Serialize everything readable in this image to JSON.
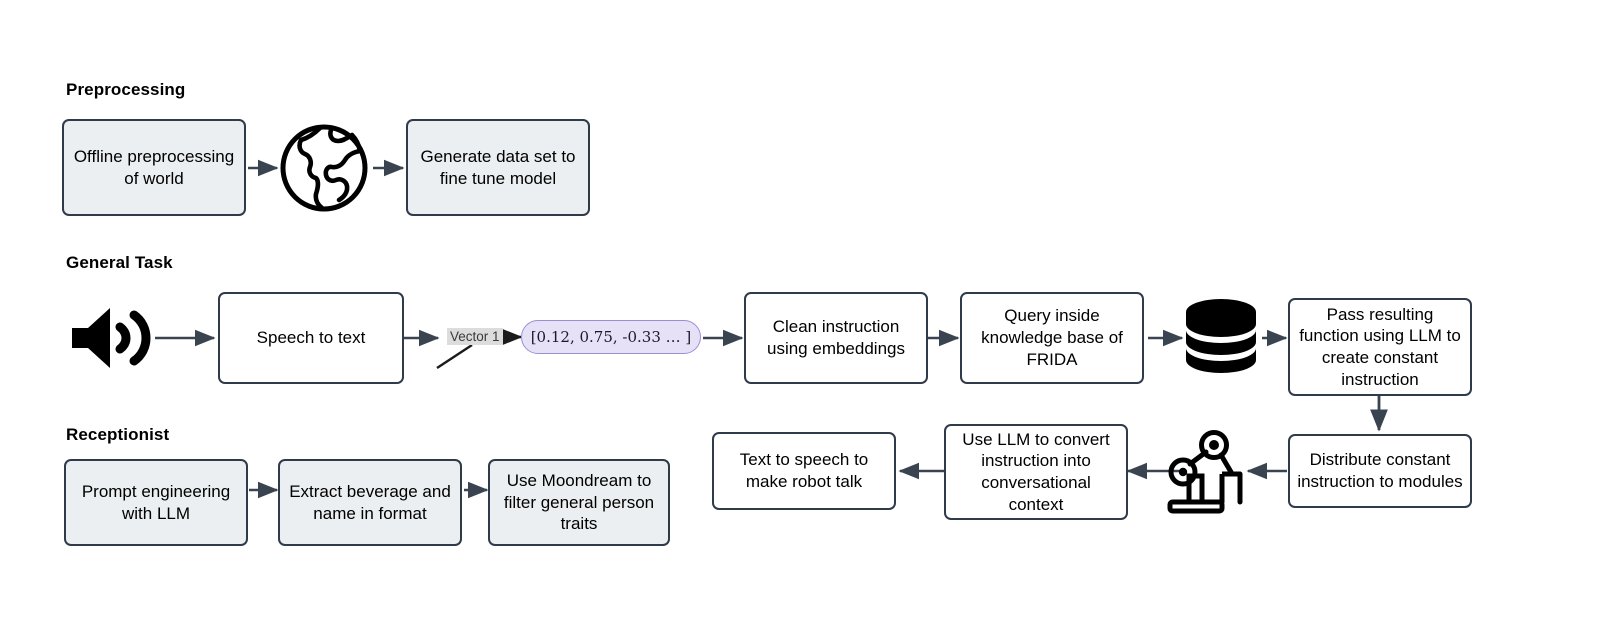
{
  "diagram": {
    "title": "FRIDA robot pipeline diagram",
    "background": "#ffffff",
    "colors": {
      "box_border": "#2f3b4a",
      "box_fill_gray": "#eceff1",
      "box_fill_white": "#ffffff",
      "arrow": "#3a4350",
      "pill_fill": "#e6e1f7",
      "pill_border": "#9b8fd4",
      "label_highlight": "#dcdcdc",
      "icon_black": "#000000"
    }
  },
  "sections": [
    {
      "id": "preprocessing",
      "label": "Preprocessing"
    },
    {
      "id": "general_task",
      "label": "General Task"
    },
    {
      "id": "receptionist",
      "label": "Receptionist"
    }
  ],
  "nodes": {
    "offline_preprocessing": "Offline preprocessing of world",
    "generate_dataset": "Generate data set to fine tune model",
    "speech_to_text": "Speech to text",
    "clean_instruction": "Clean instruction using embeddings",
    "query_knowledge_base": "Query inside knowledge base of FRIDA",
    "pass_resulting_function": "Pass resulting function using LLM to create constant instruction",
    "distribute_constant": "Distribute constant instruction to modules",
    "use_llm_convert": "Use LLM to convert instruction into conversational context",
    "text_to_speech": "Text to speech to make robot talk",
    "prompt_engineering": "Prompt engineering with LLM",
    "extract_beverage": "Extract beverage and name in format",
    "use_moondream": "Use Moondream to filter general person traits"
  },
  "vector": {
    "label": "Vector 1",
    "values": "[0.12, 0.75, -0.33 … ]"
  },
  "icons": {
    "globe": "globe-icon",
    "speaker": "speaker-icon",
    "database": "database-icon",
    "robot_arm": "robot-arm-icon"
  }
}
